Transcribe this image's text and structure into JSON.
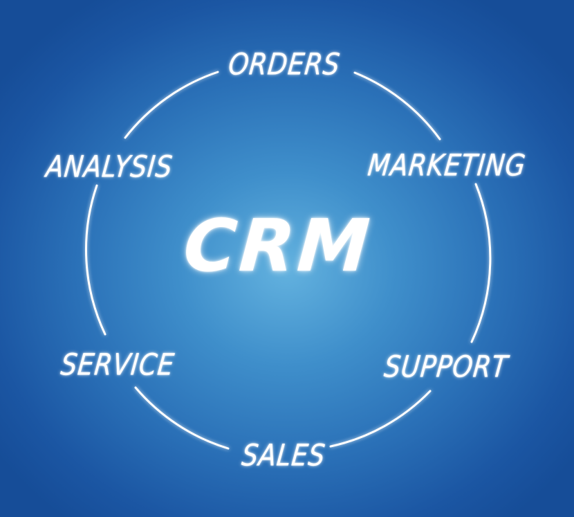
{
  "center_label": "CRM",
  "nodes": [
    {
      "id": "orders",
      "label": "ORDERS"
    },
    {
      "id": "marketing",
      "label": "MARKETING"
    },
    {
      "id": "support",
      "label": "SUPPORT"
    },
    {
      "id": "sales",
      "label": "SALES"
    },
    {
      "id": "service",
      "label": "SERVICE"
    },
    {
      "id": "analysis",
      "label": "ANALYSIS"
    }
  ],
  "colors": {
    "background_center": "#63b2df",
    "background_edge": "#164d98",
    "stroke": "#ffffff",
    "text": "#ffffff"
  }
}
